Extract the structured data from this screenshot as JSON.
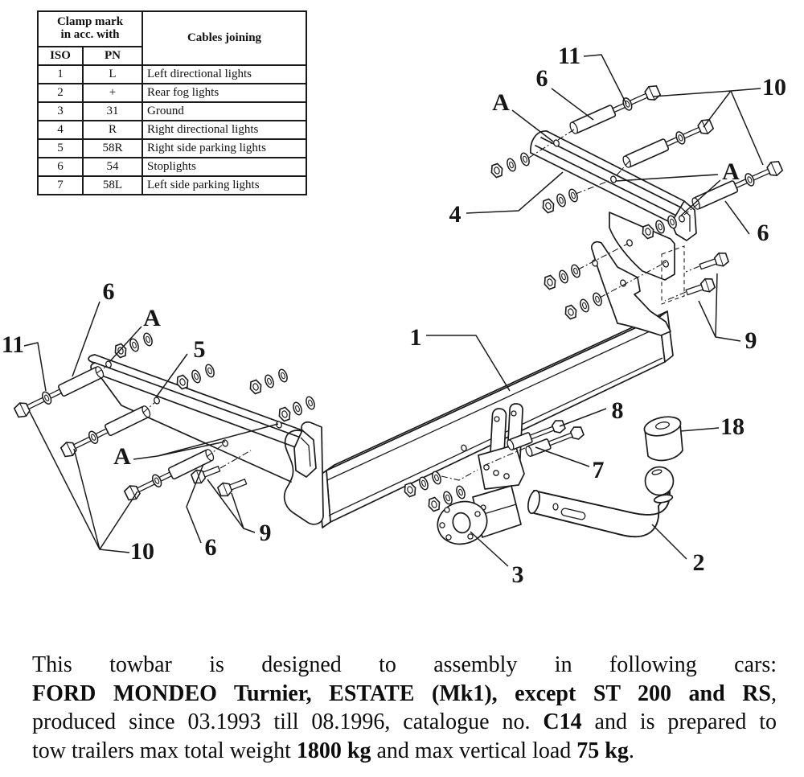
{
  "table": {
    "clamp_header_line1": "Clamp mark",
    "clamp_header_line2": "in acc. with",
    "cables_header": "Cables joining",
    "col_iso": "ISO",
    "col_pn": "PN",
    "rows": [
      [
        "1",
        "L",
        "Left directional lights"
      ],
      [
        "2",
        "+",
        "Rear fog lights"
      ],
      [
        "3",
        "31",
        "Ground"
      ],
      [
        "4",
        "R",
        "Right directional lights"
      ],
      [
        "5",
        "58R",
        "Right side parking lights"
      ],
      [
        "6",
        "54",
        "Stoplights"
      ],
      [
        "7",
        "58L",
        "Left side parking lights"
      ]
    ]
  },
  "diagram": {
    "callouts": {
      "beam": "1",
      "ball_arm": "2",
      "socket_plate": "3",
      "upper_bracket": "4",
      "side_bracket": "5",
      "spacer_top": "6",
      "spacer_right": "6",
      "spacer_left": "6",
      "spacer_bottom": "6",
      "bolt_lower": "7",
      "bolt_upper": "8",
      "bolts_right": "9",
      "bolts_left": "9",
      "long_bolts_top": "10",
      "long_bolts_left": "10",
      "washer_bolt_top": "11",
      "washer_bolt_left": "11",
      "ball_cover": "18",
      "hole_top": "A",
      "hole_right": "A",
      "hole_left_upper": "A",
      "hole_left_lower": "A"
    }
  },
  "footer": {
    "line1": "This towbar is designed to assembly in following cars:",
    "line2_bold": "FORD MONDEO Turnier, ESTATE (Mk1), except ST 200 and RS",
    "line2_tail": ",",
    "line3_pre": "produced since 03.1993 till 08.1996, catalogue no.",
    "line3_bold": "C14",
    "line3_post": "and is prepared to",
    "line4_pre": "tow trailers max total weight",
    "line4_bold1": "1800 kg",
    "line4_mid": "and max vertical load",
    "line4_bold2": "75 kg",
    "line4_end": "."
  }
}
